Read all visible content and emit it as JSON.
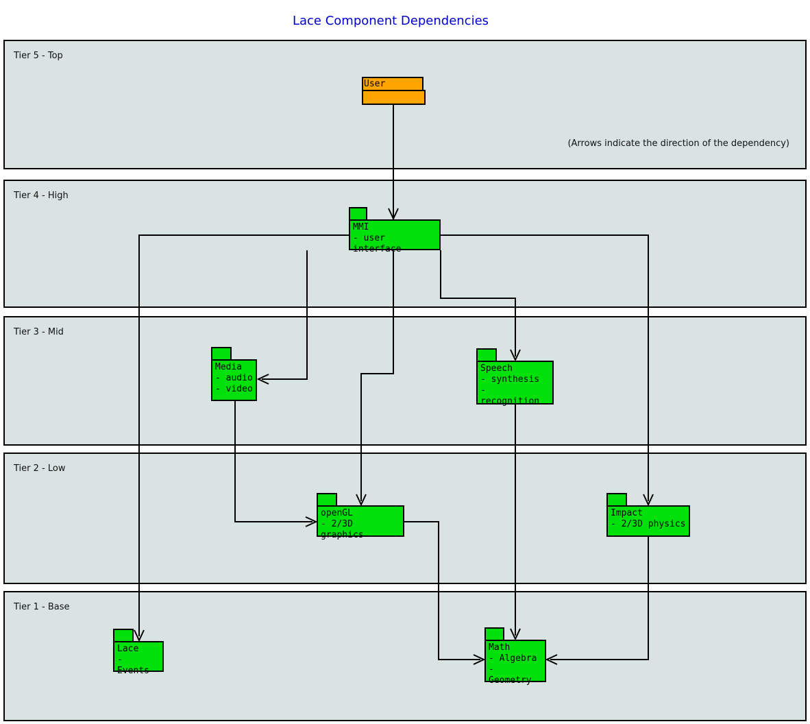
{
  "title": "Lace Component Dependencies",
  "annotation": "(Arrows indicate the direction of the dependency)",
  "tiers": [
    {
      "label": "Tier 5 - Top"
    },
    {
      "label": "Tier 4 - High"
    },
    {
      "label": "Tier 3 - Mid"
    },
    {
      "label": "Tier 2 - Low"
    },
    {
      "label": "Tier 1 - Base"
    }
  ],
  "nodes": {
    "user_applet": {
      "title": "User Applet",
      "lines": []
    },
    "mmi": {
      "title": "MMI",
      "lines": [
        "- user interface"
      ]
    },
    "media": {
      "title": "Media",
      "lines": [
        "- audio",
        "- video"
      ]
    },
    "speech": {
      "title": "Speech",
      "lines": [
        "- synthesis",
        "- recognition"
      ]
    },
    "opengl": {
      "title": "openGL",
      "lines": [
        "- 2/3D graphics"
      ]
    },
    "impact": {
      "title": "Impact",
      "lines": [
        "- 2/3D physics"
      ]
    },
    "lace": {
      "title": "Lace",
      "lines": [
        "- Events"
      ]
    },
    "math": {
      "title": "Math",
      "lines": [
        "- Algebra",
        "- Geometry"
      ]
    }
  },
  "edges": [
    {
      "from": "User Applet",
      "to": "MMI"
    },
    {
      "from": "MMI",
      "to": "Lace"
    },
    {
      "from": "MMI",
      "to": "Impact"
    },
    {
      "from": "MMI",
      "to": "Media"
    },
    {
      "from": "MMI",
      "to": "Speech"
    },
    {
      "from": "MMI",
      "to": "openGL"
    },
    {
      "from": "Media",
      "to": "openGL"
    },
    {
      "from": "Speech",
      "to": "Math"
    },
    {
      "from": "openGL",
      "to": "Math"
    },
    {
      "from": "Impact",
      "to": "Math"
    }
  ],
  "colors": {
    "band_fill": "#d8e3e2",
    "component_fill": "#00e00a",
    "applet_fill": "#ffa500",
    "title_color": "#0000cc",
    "edge_color": "#000000"
  }
}
